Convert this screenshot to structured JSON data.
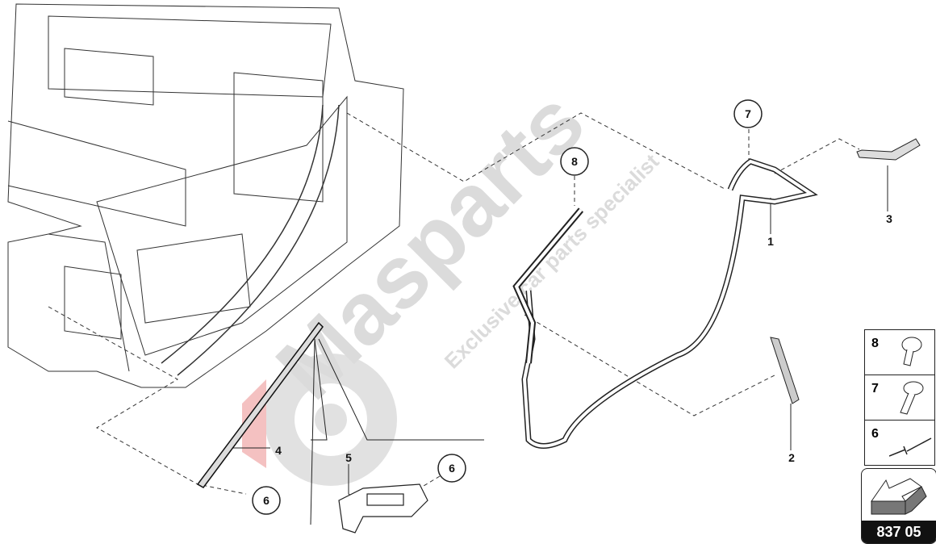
{
  "diagram": {
    "callouts": [
      {
        "id": "callout-1",
        "label": "1"
      },
      {
        "id": "callout-2",
        "label": "2"
      },
      {
        "id": "callout-3",
        "label": "3"
      },
      {
        "id": "callout-4",
        "label": "4"
      },
      {
        "id": "callout-5",
        "label": "5"
      },
      {
        "id": "callout-6a",
        "label": "6"
      },
      {
        "id": "callout-6b",
        "label": "6"
      },
      {
        "id": "callout-7",
        "label": "7"
      },
      {
        "id": "callout-8",
        "label": "8"
      }
    ],
    "legend": [
      {
        "label": "8",
        "part": "screw"
      },
      {
        "label": "7",
        "part": "screw"
      },
      {
        "label": "6",
        "part": "rivet"
      }
    ],
    "page_code": "837 05",
    "watermark": {
      "brand": "Masparts",
      "tagline": "Exclusive car parts specialist",
      "color": "#c8c8c8"
    }
  }
}
